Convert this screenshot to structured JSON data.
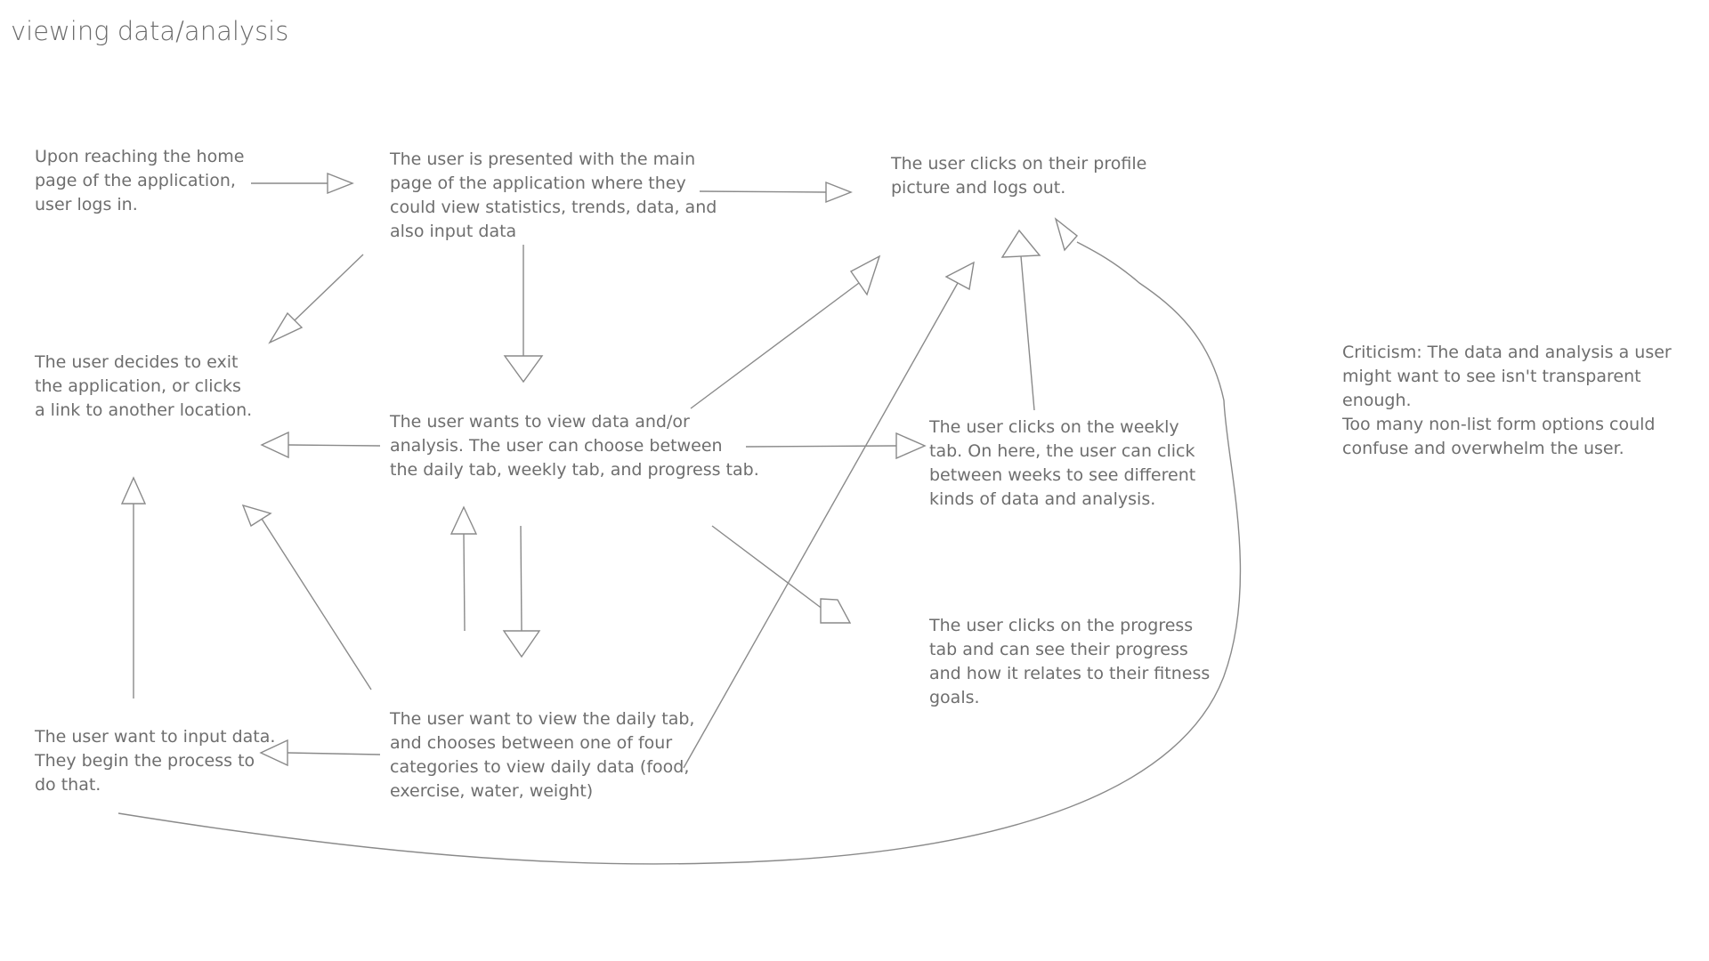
{
  "page": {
    "title": "viewing data/analysis"
  },
  "nodes": {
    "home_login": "Upon reaching the home\npage of the application,\nuser logs in.",
    "main_page": "The user is presented with the main\npage of the application where they\ncould view statistics, trends, data, and\nalso input data",
    "logout": "The user clicks on their profile\npicture and logs out.",
    "exit_app": "The user decides to exit\nthe application, or clicks\na link to another location.",
    "view_data": "The user wants to view data and/or\nanalysis. The user can choose between\nthe daily tab, weekly tab, and progress tab.",
    "weekly_tab": "The user clicks on the weekly\ntab. On here, the user can click\nbetween weeks to see different\nkinds of data and analysis.",
    "progress_tab": "The user clicks on the progress\ntab and can see their progress\nand how it relates to their fitness\ngoals.",
    "input_data": "The user want to input data.\nThey begin the process to\ndo that.",
    "daily_tab": "The user want to view the daily tab,\nand chooses between one of four\ncategories to view daily data (food,\nexercise, water, weight)",
    "criticism": "Criticism: The data and analysis a user\nmight want to see isn't transparent enough.\nToo many non-list form options could\nconfuse and overwhelm the user."
  },
  "style": {
    "text_color": "#6e6e6e",
    "line_color": "#8a8a8a",
    "background": "#ffffff"
  }
}
